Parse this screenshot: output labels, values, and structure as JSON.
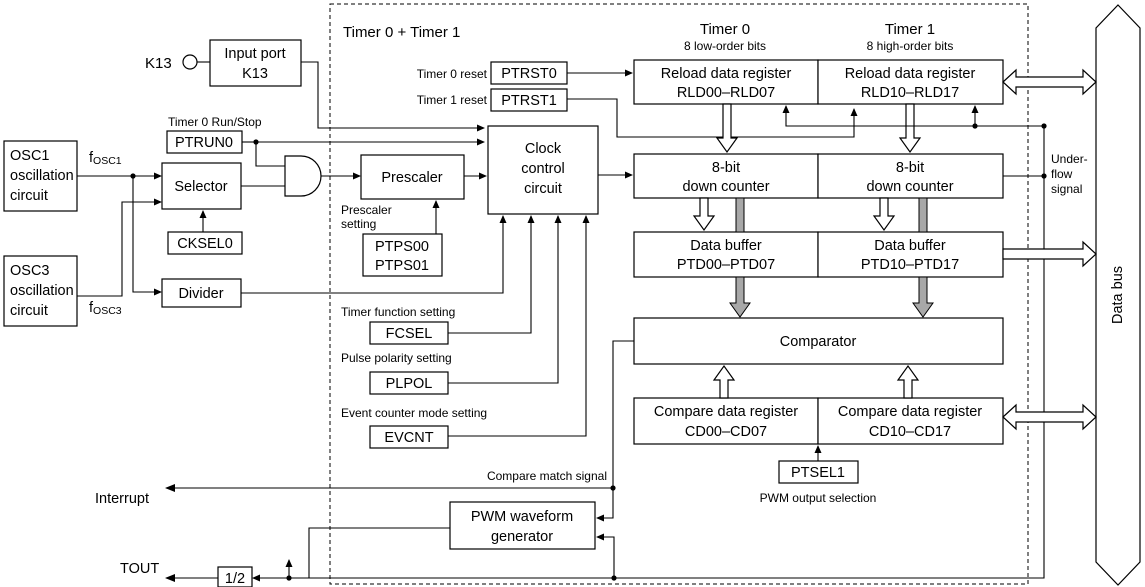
{
  "frame_title": "Timer 0 + Timer 1",
  "timer0": {
    "title": "Timer 0",
    "subtitle": "8 low-order bits"
  },
  "timer1": {
    "title": "Timer 1",
    "subtitle": "8 high-order bits"
  },
  "k13_pin": "K13",
  "input_port": {
    "line1": "Input port",
    "line2": "K13"
  },
  "osc1": {
    "line1": "OSC1",
    "line2": "oscillation",
    "line3": "circuit"
  },
  "osc3": {
    "line1": "OSC3",
    "line2": "oscillation",
    "line3": "circuit"
  },
  "fosc1": {
    "base": "f",
    "sub": "OSC1"
  },
  "fosc3": {
    "base": "f",
    "sub": "OSC3"
  },
  "selector": "Selector",
  "divider": "Divider",
  "prescaler": "Prescaler",
  "clock_control": {
    "line1": "Clock",
    "line2": "control",
    "line3": "circuit"
  },
  "registers": {
    "ptrun0": "PTRUN0",
    "cksel0": "CKSEL0",
    "ptps00": "PTPS00",
    "ptps01": "PTPS01",
    "ptrst0": "PTRST0",
    "ptrst1": "PTRST1",
    "fcsel": "FCSEL",
    "plpol": "PLPOL",
    "evcnt": "EVCNT",
    "ptsel1": "PTSEL1"
  },
  "labels": {
    "timer0_run_stop": "Timer 0 Run/Stop",
    "timer0_reset": "Timer 0 reset",
    "timer1_reset": "Timer 1 reset",
    "prescaler_setting_1": "Prescaler",
    "prescaler_setting_2": "setting",
    "timer_function_setting": "Timer function setting",
    "pulse_polarity_setting": "Pulse polarity setting",
    "event_counter_mode_setting": "Event counter mode setting",
    "compare_match_signal": "Compare match signal",
    "pwm_output_selection": "PWM output selection",
    "underflow_1": "Under-",
    "underflow_2": "flow",
    "underflow_3": "signal",
    "interrupt": "Interrupt",
    "tout": "TOUT",
    "half": "1/2",
    "data_bus": "Data bus"
  },
  "reload0": {
    "line1": "Reload data register",
    "line2": "RLD00–RLD07"
  },
  "reload1": {
    "line1": "Reload data register",
    "line2": "RLD10–RLD17"
  },
  "counter0": {
    "line1": "8-bit",
    "line2": "down counter"
  },
  "counter1": {
    "line1": "8-bit",
    "line2": "down counter"
  },
  "buffer0": {
    "line1": "Data buffer",
    "line2": "PTD00–PTD07"
  },
  "buffer1": {
    "line1": "Data buffer",
    "line2": "PTD10–PTD17"
  },
  "comparator": "Comparator",
  "compare0": {
    "line1": "Compare data register",
    "line2": "CD00–CD07"
  },
  "compare1": {
    "line1": "Compare data register",
    "line2": "CD10–CD17"
  },
  "pwm": {
    "line1": "PWM waveform",
    "line2": "generator"
  }
}
